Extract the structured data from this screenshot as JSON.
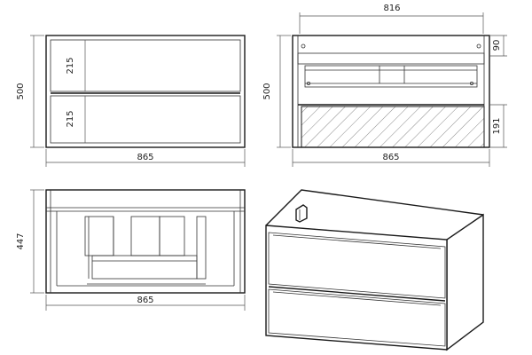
{
  "dimensions": {
    "front_width": "865",
    "front_height": "500",
    "drawer_height_top": "215",
    "drawer_height_bottom": "215",
    "back_width": "865",
    "back_inner_width": "816",
    "back_height": "500",
    "back_top_offset": "90",
    "back_hatch_height": "191",
    "top_width": "865",
    "top_depth": "447"
  }
}
